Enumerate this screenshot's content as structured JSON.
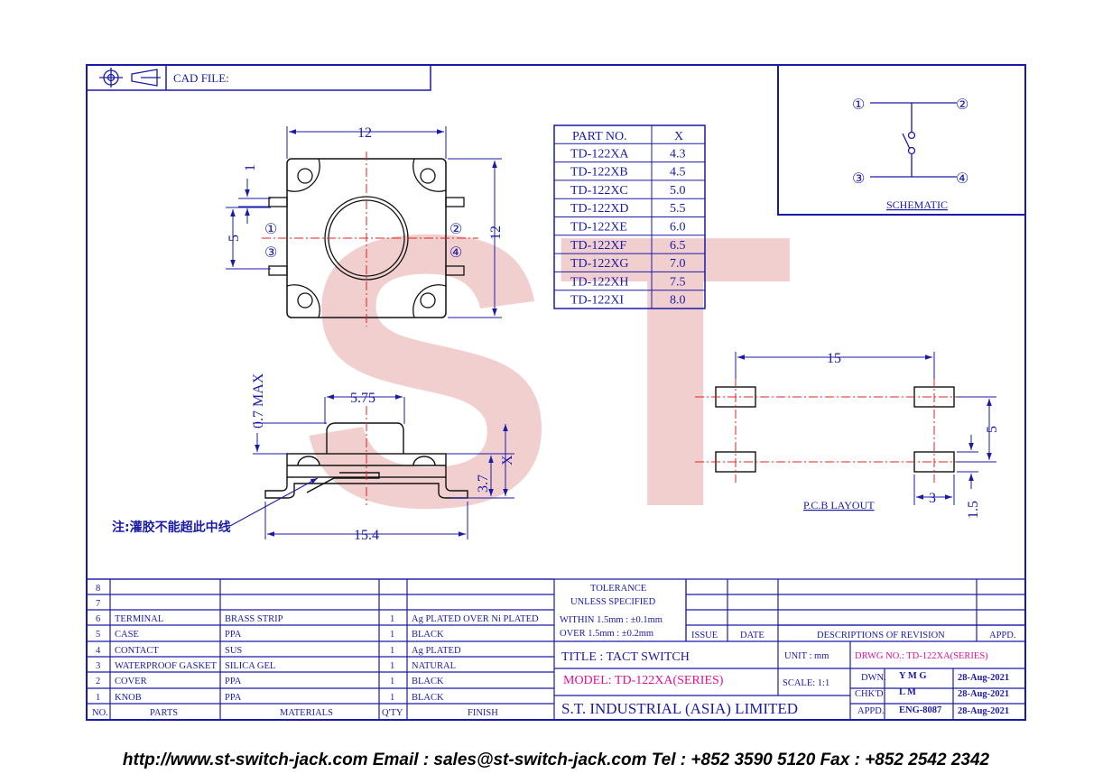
{
  "header": {
    "cad_file": "CAD FILE:"
  },
  "top_view": {
    "width": "12",
    "height": "12",
    "pin_offset": "1",
    "pin_pitch": "5",
    "pins": [
      "①",
      "②",
      "③",
      "④"
    ]
  },
  "side_view": {
    "max_label": "0.7 MAX",
    "cap_width": "5.75",
    "body_height": "3.7",
    "x_label": "X",
    "lead_span": "15.4",
    "note": "注:灌胶不能超此中线"
  },
  "part_table": {
    "headers": [
      "PART NO.",
      "X"
    ],
    "rows": [
      {
        "part": "TD-122XA",
        "x": "4.3"
      },
      {
        "part": "TD-122XB",
        "x": "4.5"
      },
      {
        "part": "TD-122XC",
        "x": "5.0"
      },
      {
        "part": "TD-122XD",
        "x": "5.5"
      },
      {
        "part": "TD-122XE",
        "x": "6.0"
      },
      {
        "part": "TD-122XF",
        "x": "6.5"
      },
      {
        "part": "TD-122XG",
        "x": "7.0"
      },
      {
        "part": "TD-122XH",
        "x": "7.5"
      },
      {
        "part": "TD-122XI",
        "x": "8.0"
      }
    ]
  },
  "schematic": {
    "label": "SCHEMATIC",
    "pins": [
      "①",
      "②",
      "③",
      "④"
    ]
  },
  "pcb": {
    "label": "P.C.B LAYOUT",
    "span": "15",
    "pitch": "5",
    "pad_w": "3",
    "pad_h": "1.5"
  },
  "bom": {
    "headers": {
      "no": "NO.",
      "parts": "PARTS",
      "materials": "MATERIALS",
      "qty": "Q'TY",
      "finish": "FINISH"
    },
    "rows": [
      {
        "no": "8",
        "part": "",
        "material": "",
        "qty": "",
        "finish": ""
      },
      {
        "no": "7",
        "part": "",
        "material": "",
        "qty": "",
        "finish": ""
      },
      {
        "no": "6",
        "part": "TERMINAL",
        "material": "BRASS STRIP",
        "qty": "1",
        "finish": "Ag PLATED OVER Ni PLATED"
      },
      {
        "no": "5",
        "part": "CASE",
        "material": "PPA",
        "qty": "1",
        "finish": "BLACK"
      },
      {
        "no": "4",
        "part": "CONTACT",
        "material": "SUS",
        "qty": "1",
        "finish": "Ag PLATED"
      },
      {
        "no": "3",
        "part": "WATERPROOF GASKET",
        "material": "SILICA GEL",
        "qty": "1",
        "finish": "NATURAL"
      },
      {
        "no": "2",
        "part": "COVER",
        "material": "PPA",
        "qty": "1",
        "finish": "BLACK"
      },
      {
        "no": "1",
        "part": "KNOB",
        "material": "PPA",
        "qty": "1",
        "finish": "BLACK"
      }
    ]
  },
  "tolerance": {
    "title": "TOLERANCE",
    "subtitle": "UNLESS   SPECIFIED",
    "within": "WITHIN  1.5mm : ±0.1mm",
    "over": "OVER   1.5mm : ±0.2mm"
  },
  "revision": {
    "issue": "ISSUE",
    "date": "DATE",
    "desc": "DESCRIPTIONS  OF  REVISION",
    "appd": "APPD."
  },
  "title_block": {
    "title": "TITLE : TACT SWITCH",
    "unit": "UNIT :   mm",
    "drawing_no": "DRWG  NO.: TD-122XA(SERIES)",
    "model": "MODEL: TD-122XA(SERIES)",
    "scale": "SCALE:   1:1",
    "company": "S.T.  INDUSTRIAL  (ASIA)  LIMITED",
    "dwn_label": "DWN.",
    "dwn": "Y M G",
    "dwn_date": "28-Aug-2021",
    "chkd_label": "CHK'D",
    "chkd": "L M",
    "chkd_date": "28-Aug-2021",
    "appd_label": "APPD.",
    "appd": "ENG-8087",
    "appd_date": "28-Aug-2021"
  },
  "watermark": {
    "text": "ST"
  },
  "footer": {
    "text": "http://www.st-switch-jack.com  Email : sales@st-switch-jack.com  Tel : +852 3590 5120  Fax : +852 2542 2342"
  },
  "colors": {
    "frame": "#1a1aa8",
    "center_line": "#e02020",
    "model": "#e0109a",
    "watermark": "#e8b0b0"
  }
}
